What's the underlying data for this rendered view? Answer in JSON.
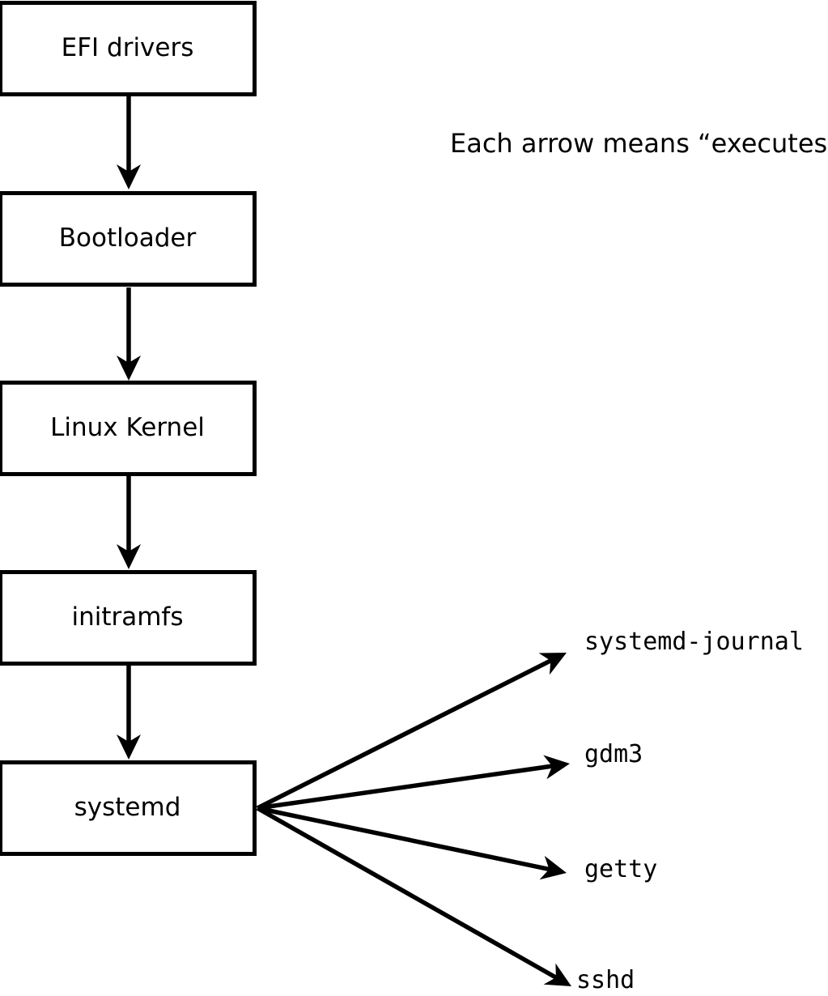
{
  "diagram": {
    "annotation": "Each arrow means “executes”.",
    "chain": [
      {
        "id": "efi-drivers",
        "label": "EFI drivers"
      },
      {
        "id": "bootloader",
        "label": "Bootloader"
      },
      {
        "id": "linux-kernel",
        "label": "Linux Kernel"
      },
      {
        "id": "initramfs",
        "label": "initramfs"
      },
      {
        "id": "systemd",
        "label": "systemd"
      }
    ],
    "spawned": [
      {
        "id": "systemd-journal",
        "label": "systemd-journal"
      },
      {
        "id": "gdm3",
        "label": "gdm3"
      },
      {
        "id": "getty",
        "label": "getty"
      },
      {
        "id": "sshd",
        "label": "sshd"
      }
    ],
    "colors": {
      "line": "#000000",
      "background": "#ffffff",
      "box_fill": "#ffffff"
    }
  }
}
